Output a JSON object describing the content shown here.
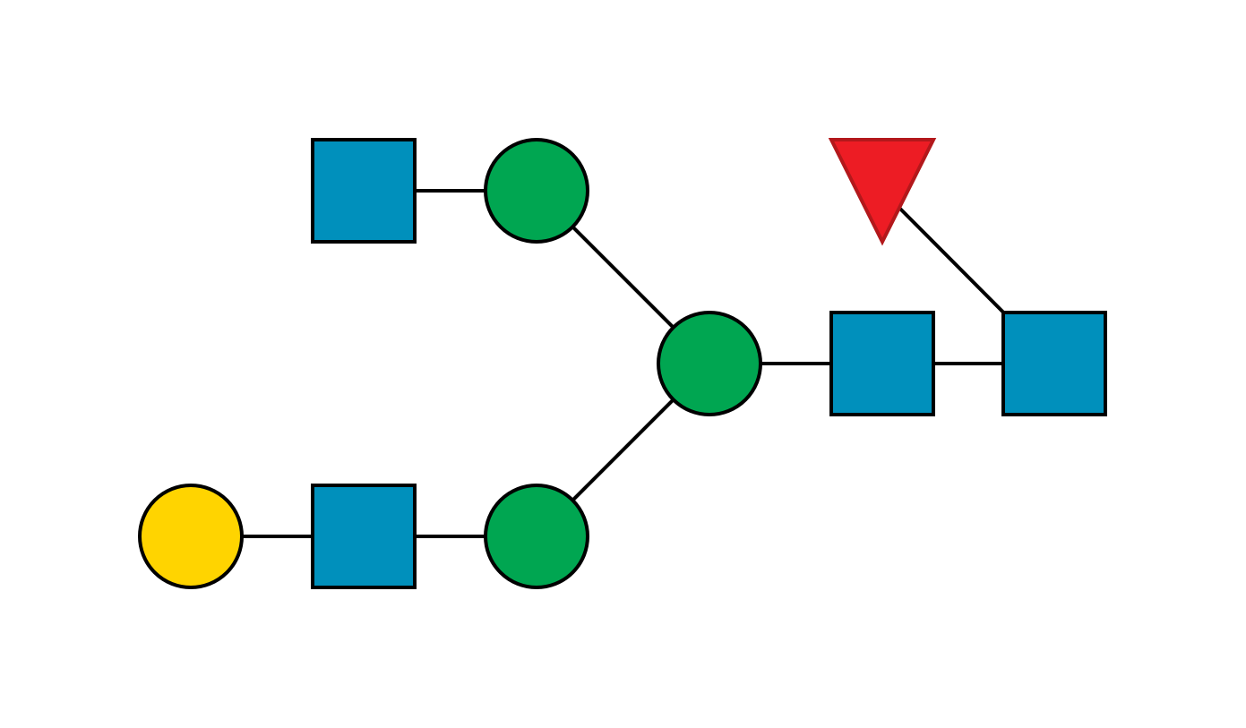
{
  "diagram": {
    "type": "glycan-snfg",
    "colors": {
      "background": "#ffffff",
      "outline": "#000000",
      "linkage": "#000000"
    },
    "residues": [
      {
        "id": "glcnac-reducing-end",
        "shape": "square",
        "symbol_color": "#0090bc"
      },
      {
        "id": "fucose",
        "shape": "triangle",
        "symbol_color": "#ed1c24",
        "outline_color": "#b3181b"
      },
      {
        "id": "glcnac-core-2",
        "shape": "square",
        "symbol_color": "#0090bc"
      },
      {
        "id": "mannose-core",
        "shape": "circle",
        "symbol_color": "#00a651"
      },
      {
        "id": "mannose-upper-branch",
        "shape": "circle",
        "symbol_color": "#00a651"
      },
      {
        "id": "glcnac-upper-branch",
        "shape": "square",
        "symbol_color": "#0090bc"
      },
      {
        "id": "mannose-lower-branch",
        "shape": "circle",
        "symbol_color": "#00a651"
      },
      {
        "id": "glcnac-lower-branch",
        "shape": "square",
        "symbol_color": "#0090bc"
      },
      {
        "id": "galactose-lower-branch",
        "shape": "circle",
        "symbol_color": "#ffd400"
      }
    ],
    "linkages": [
      {
        "from": "glcnac-reducing-end",
        "to": "fucose"
      },
      {
        "from": "glcnac-reducing-end",
        "to": "glcnac-core-2"
      },
      {
        "from": "glcnac-core-2",
        "to": "mannose-core"
      },
      {
        "from": "mannose-core",
        "to": "mannose-upper-branch"
      },
      {
        "from": "mannose-upper-branch",
        "to": "glcnac-upper-branch"
      },
      {
        "from": "mannose-core",
        "to": "mannose-lower-branch"
      },
      {
        "from": "mannose-lower-branch",
        "to": "glcnac-lower-branch"
      },
      {
        "from": "glcnac-lower-branch",
        "to": "galactose-lower-branch"
      }
    ]
  }
}
